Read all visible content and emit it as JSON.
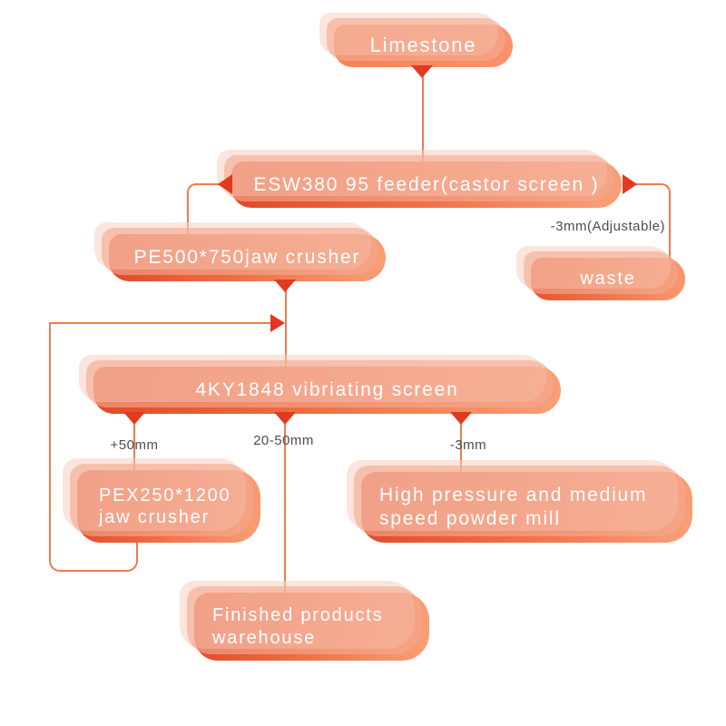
{
  "diagram": {
    "type": "flowchart",
    "nodes": {
      "limestone": {
        "label": "Limestone"
      },
      "feeder": {
        "label": "ESW380 95 feeder(castor screen )"
      },
      "pe_crusher": {
        "label": "PE500*750jaw crusher"
      },
      "waste": {
        "label": "waste"
      },
      "vibrating_screen": {
        "label": "4KY1848 vibriating screen"
      },
      "pex_crusher": {
        "label": "PEX250*1200\njaw crusher"
      },
      "powder_mill": {
        "label": "High pressure and medium\nspeed powder mill"
      },
      "warehouse": {
        "label": "Finished products\nwarehouse"
      }
    },
    "edge_labels": {
      "feeder_to_waste": "-3mm(Adjustable)",
      "screen_to_pex": "+50mm",
      "screen_to_warehouse": "20-50mm",
      "screen_to_mill": "-3mm"
    },
    "edges": [
      {
        "from": "limestone",
        "to": "feeder"
      },
      {
        "from": "feeder",
        "to": "pe_crusher"
      },
      {
        "from": "feeder",
        "to": "waste",
        "label": "-3mm(Adjustable)"
      },
      {
        "from": "pe_crusher",
        "to": "vibrating_screen"
      },
      {
        "from": "vibrating_screen",
        "to": "pex_crusher",
        "label": "+50mm"
      },
      {
        "from": "vibrating_screen",
        "to": "warehouse",
        "label": "20-50mm"
      },
      {
        "from": "vibrating_screen",
        "to": "powder_mill",
        "label": "-3mm"
      },
      {
        "from": "pex_crusher",
        "to": "vibrating_screen",
        "note": "recirculation loop"
      }
    ],
    "colors": {
      "node_gradient_start": "#df4828",
      "node_gradient_mid": "#ef6f46",
      "node_gradient_end": "#f9a078",
      "limestone_gradient_start": "#f38258",
      "limestone_gradient_end": "#f9926b",
      "waste_gradient_start": "#e8502e",
      "waste_gradient_end": "#f79a6e",
      "connector": "#ee7c4e",
      "arrowhead": "#e23a20",
      "loop_arrowhead": "#e8341f",
      "label_text": "#4d4d4d",
      "node_text": "#ffffff",
      "shadow1": "#f3a98f",
      "shadow2": "#f8cfc0"
    }
  }
}
